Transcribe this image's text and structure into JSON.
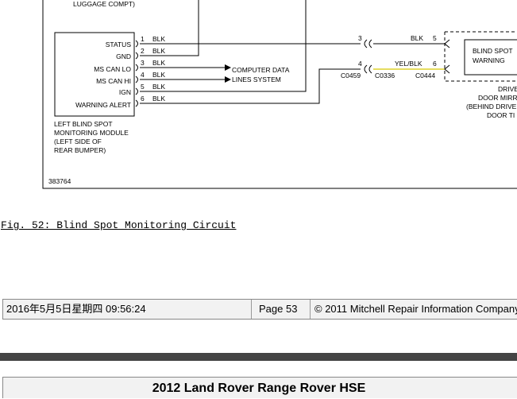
{
  "diagram": {
    "top_label": "LUGGAGE COMPT)",
    "module": {
      "pins": [
        {
          "label": "STATUS",
          "num": "1",
          "wire": "BLK"
        },
        {
          "label": "GND",
          "num": "2",
          "wire": "BLK"
        },
        {
          "label": "MS CAN LO",
          "num": "3",
          "wire": "BLK"
        },
        {
          "label": "MS CAN HI",
          "num": "4",
          "wire": "BLK"
        },
        {
          "label": "IGN",
          "num": "5",
          "wire": "BLK"
        },
        {
          "label": "WARNING ALERT",
          "num": "6",
          "wire": "BLK"
        }
      ],
      "name_lines": [
        "LEFT BLIND SPOT",
        "MONITORING MODULE",
        "(LEFT SIDE OF",
        "REAR BUMPER)"
      ]
    },
    "computer_data_lines": [
      "COMPUTER DATA",
      "LINES SYSTEM"
    ],
    "inline_connector": {
      "pin_top": "3",
      "pin_bottom": "4",
      "id_left": "C0459",
      "id_right": "C0336"
    },
    "wire_top": {
      "color_label": "BLK"
    },
    "wire_bottom": {
      "color_label": "YEL/BLK",
      "hex": "#d8c800"
    },
    "warning_connector": {
      "pin_top": "5",
      "pin_bottom": "6",
      "id": "C0444"
    },
    "warning_box": [
      "BLIND SPOT",
      "WARNING"
    ],
    "right_labels": [
      "DRIVE",
      "DOOR MIRR",
      "(BEHIND DRIVE",
      "DOOR TI"
    ],
    "ref_number": "383764"
  },
  "caption": "Fig. 52: Blind Spot Monitoring Circuit",
  "footer": {
    "datetime": "2016年5月5日星期四  09:56:24",
    "page": "Page 53",
    "copyright": "© 2011 Mitchell Repair Information Company"
  },
  "header": {
    "title": "2012 Land Rover Range Rover HSE"
  },
  "colors": {
    "wire": "#000000",
    "separator": "#444444",
    "bar_bg": "#f2f2f2"
  }
}
